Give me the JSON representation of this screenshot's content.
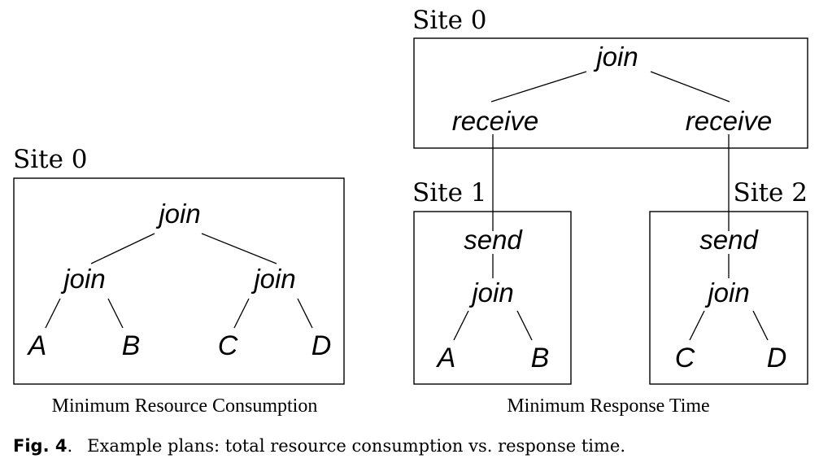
{
  "left_plan": {
    "site_label": "Site 0",
    "root": "join",
    "left_join": "join",
    "right_join": "join",
    "leaves": [
      "A",
      "B",
      "C",
      "D"
    ],
    "caption": "Minimum Resource Consumption"
  },
  "right_plan": {
    "site0_label": "Site 0",
    "site0_root": "join",
    "receive_left": "receive",
    "receive_right": "receive",
    "site1_label": "Site 1",
    "site1_send": "send",
    "site1_join": "join",
    "site1_leaves": [
      "A",
      "B"
    ],
    "site2_label": "Site 2",
    "site2_send": "send",
    "site2_join": "join",
    "site2_leaves": [
      "C",
      "D"
    ],
    "caption": "Minimum Response Time"
  },
  "figure": {
    "label": "Fig. 4",
    "label_suffix": ".",
    "caption": "Example plans: total resource consumption vs. response time."
  }
}
